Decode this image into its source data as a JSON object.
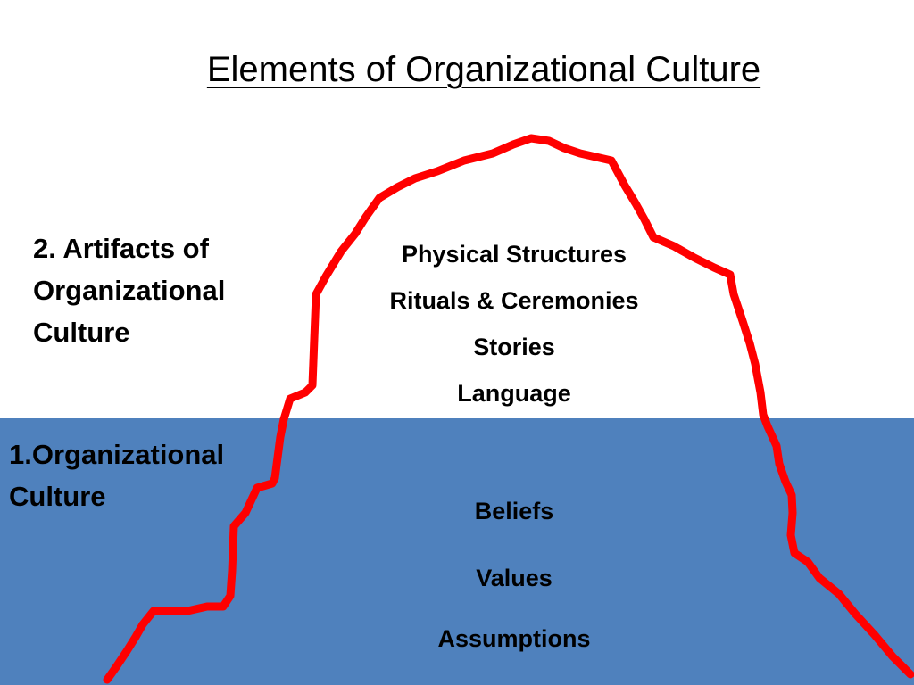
{
  "title": "Elements of Organizational Culture",
  "labels": {
    "artifacts": [
      "2. Artifacts of",
      "Organizational",
      "Culture"
    ],
    "culture": [
      "1.Organizational",
      "Culture"
    ]
  },
  "above_water_items": [
    "Physical Structures",
    "Rituals & Ceremonies",
    "Stories",
    "Language"
  ],
  "below_water_items": [
    "Beliefs",
    "Values",
    "Assumptions"
  ],
  "colors": {
    "water": "#4f81bd",
    "iceberg_outline": "#ff0000",
    "text": "#000000",
    "background": "#ffffff"
  }
}
